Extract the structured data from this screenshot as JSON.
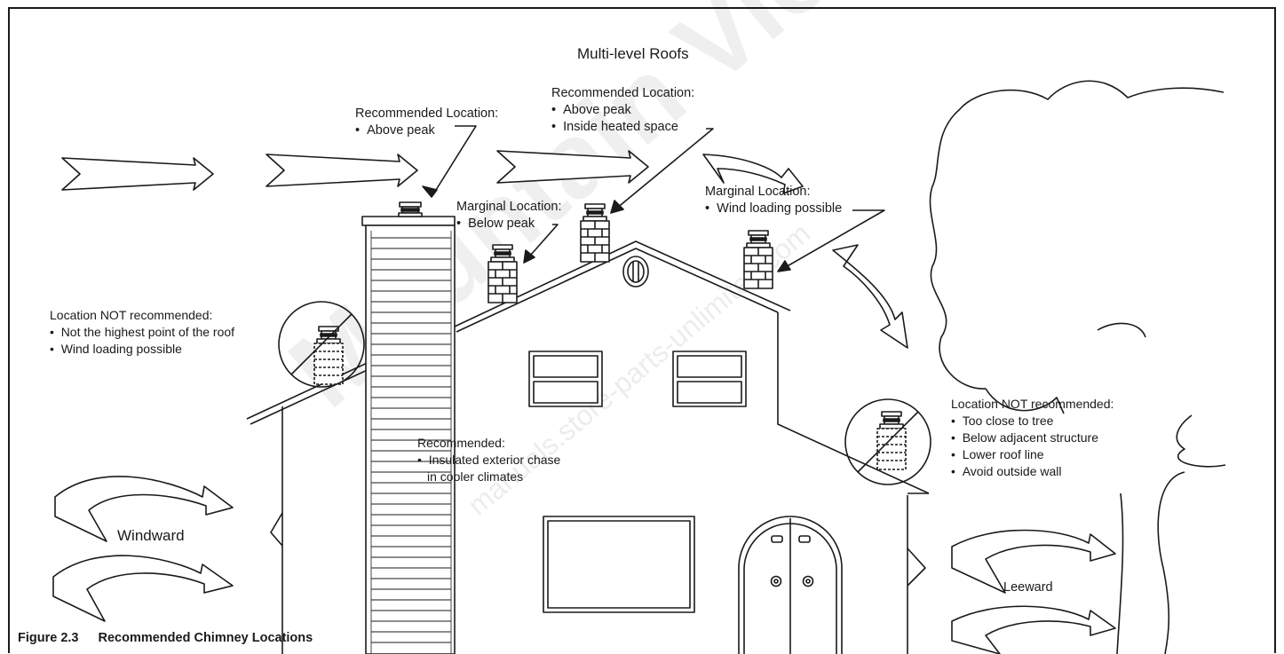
{
  "figure": {
    "title": "Multi-level Roofs",
    "caption_number": "Figure 2.3",
    "caption_text": "Recommended Chimney Locations"
  },
  "labels": {
    "top_left": {
      "heading": "Recommended Location:",
      "items": [
        "Above peak"
      ]
    },
    "top_center": {
      "heading": "Recommended Location:",
      "items": [
        "Above peak",
        "Inside heated space"
      ]
    },
    "marginal_left": {
      "heading": "Marginal Location:",
      "items": [
        "Below peak"
      ]
    },
    "marginal_right": {
      "heading": "Marginal Location:",
      "items": [
        "Wind loading possible"
      ]
    },
    "not_recommended_left": {
      "heading": "Location NOT recommended:",
      "items": [
        "Not the highest point of the roof",
        "Wind loading possible"
      ]
    },
    "not_recommended_right": {
      "heading": "Location NOT recommended:",
      "items": [
        "Too close to tree",
        "Below adjacent structure",
        "Lower roof line",
        "Avoid outside wall"
      ]
    },
    "chase": {
      "heading": "Recommended:",
      "items": [
        "Insulated exterior chase",
        "in cooler climates"
      ]
    },
    "windward": "Windward",
    "leeward": "Leeward"
  },
  "watermarks": [
    "Mountain View Hearth Products",
    "manuals.store-parts-unlimited.com"
  ]
}
